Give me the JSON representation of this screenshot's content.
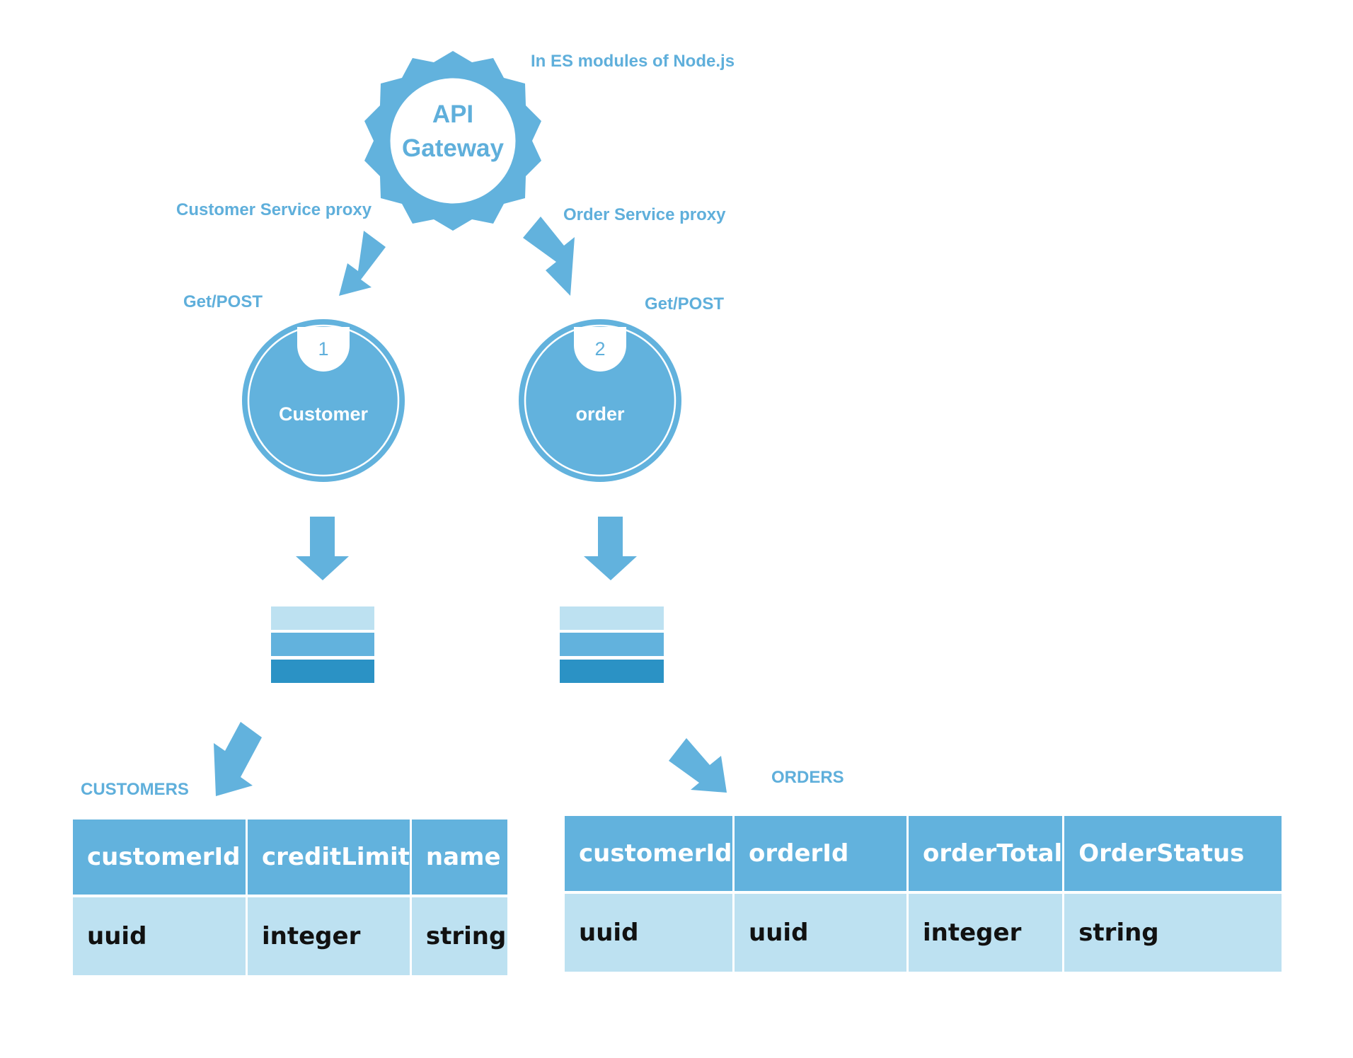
{
  "diagram": {
    "gateway": {
      "line1": "API",
      "line2": "Gateway",
      "note": "In ES modules of Node.js"
    },
    "proxies": {
      "customer": "Customer Service proxy",
      "order": "Order Service proxy"
    },
    "methods": {
      "customer": "Get/POST",
      "order": "Get/POST"
    },
    "services": [
      {
        "number": "1",
        "name": "Customer"
      },
      {
        "number": "2",
        "name": "order"
      }
    ],
    "tables": {
      "customers": {
        "title": "CUSTOMERS",
        "headers": [
          "customerId",
          "creditLimit",
          "name"
        ],
        "types": [
          "uuid",
          "integer",
          "string"
        ]
      },
      "orders": {
        "title": "ORDERS",
        "headers": [
          "customerId",
          "orderId",
          "orderTotal",
          "OrderStatus"
        ],
        "types": [
          "uuid",
          "uuid",
          "integer",
          "string"
        ]
      }
    },
    "colors": {
      "primary": "#62b2dd",
      "light": "#bde1f1",
      "dark": "#2b92c5",
      "text": "#5fafdb"
    }
  }
}
